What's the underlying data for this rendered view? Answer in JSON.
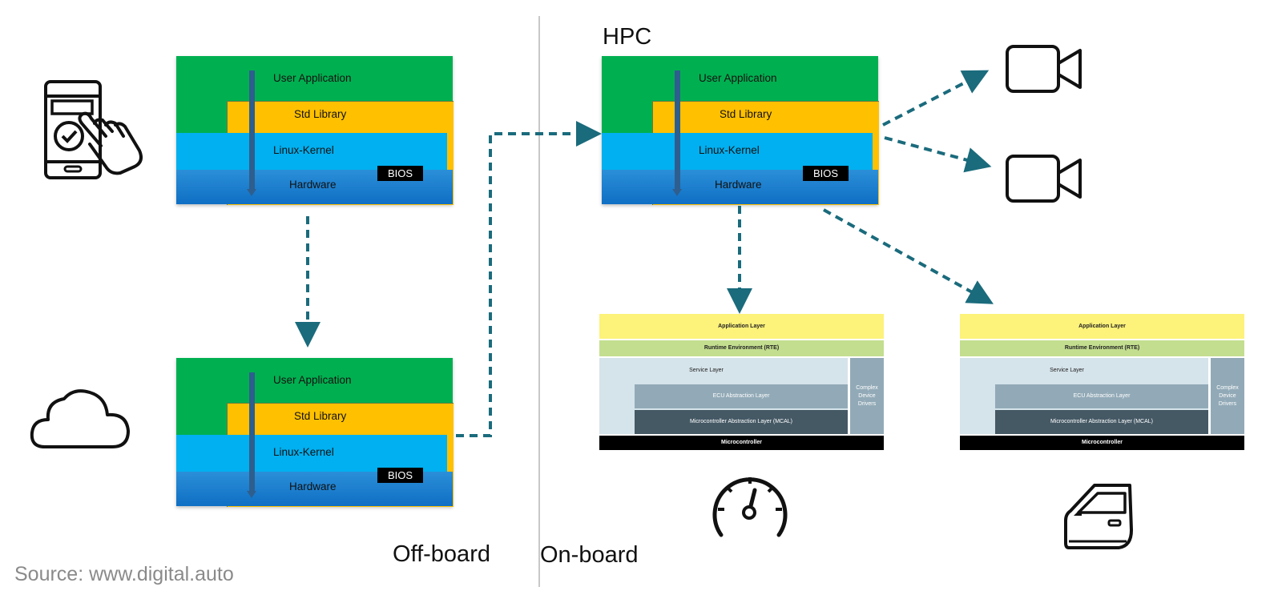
{
  "labels": {
    "hpc": "HPC",
    "off_board": "Off-board",
    "on_board": "On-board",
    "source": "Source: www.digital.auto"
  },
  "linux_stack": {
    "user_application": "User Application",
    "std_library": "Std Library",
    "linux_kernel": "Linux-Kernel",
    "bios": "BIOS",
    "hardware": "Hardware"
  },
  "autosar_stack": {
    "application_layer": "Application Layer",
    "rte": "Runtime Environment (RTE)",
    "service_layer": "Service Layer",
    "ecu_abstraction": "ECU Abstraction Layer",
    "mcal": "Microcontroller Abstraction Layer (MCAL)",
    "complex_drivers": "Complex Device Drivers",
    "microcontroller": "Microcontroller"
  },
  "icons": [
    "smartphone-touch-icon",
    "cloud-icon",
    "video-camera-icon",
    "video-camera-icon",
    "speedometer-icon",
    "car-door-icon"
  ],
  "colors": {
    "arrow": "#1a6b7c",
    "user_app": "#00b050",
    "std_lib": "#ffc000",
    "kernel": "#00b0f0",
    "hardware": "#1f78c8",
    "app_layer": "#fdf27a",
    "rte": "#c3de8f"
  }
}
